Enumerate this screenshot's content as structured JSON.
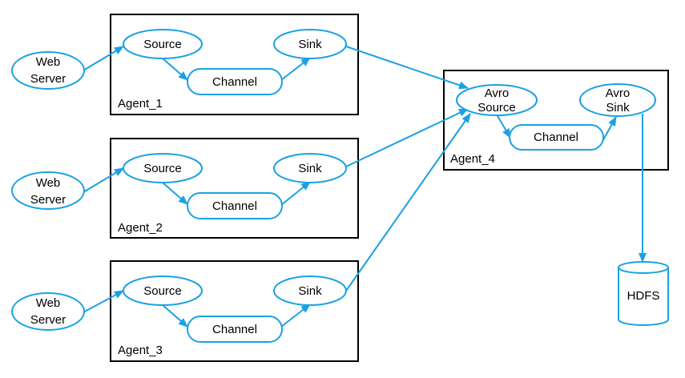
{
  "colors": {
    "accent": "#1ba1e2",
    "box_border": "#000000",
    "text": "#000000",
    "background": "#ffffff"
  },
  "web_servers": [
    {
      "line1": "Web",
      "line2": "Server"
    },
    {
      "line1": "Web",
      "line2": "Server"
    },
    {
      "line1": "Web",
      "line2": "Server"
    }
  ],
  "agents": [
    {
      "label": "Agent_1",
      "source": "Source",
      "channel": "Channel",
      "sink": "Sink"
    },
    {
      "label": "Agent_2",
      "source": "Source",
      "channel": "Channel",
      "sink": "Sink"
    },
    {
      "label": "Agent_3",
      "source": "Source",
      "channel": "Channel",
      "sink": "Sink"
    }
  ],
  "agent_4": {
    "label": "Agent_4",
    "source_line1": "Avro",
    "source_line2": "Source",
    "channel": "Channel",
    "sink_line1": "Avro",
    "sink_line2": "Sink"
  },
  "hdfs": {
    "label": "HDFS"
  }
}
